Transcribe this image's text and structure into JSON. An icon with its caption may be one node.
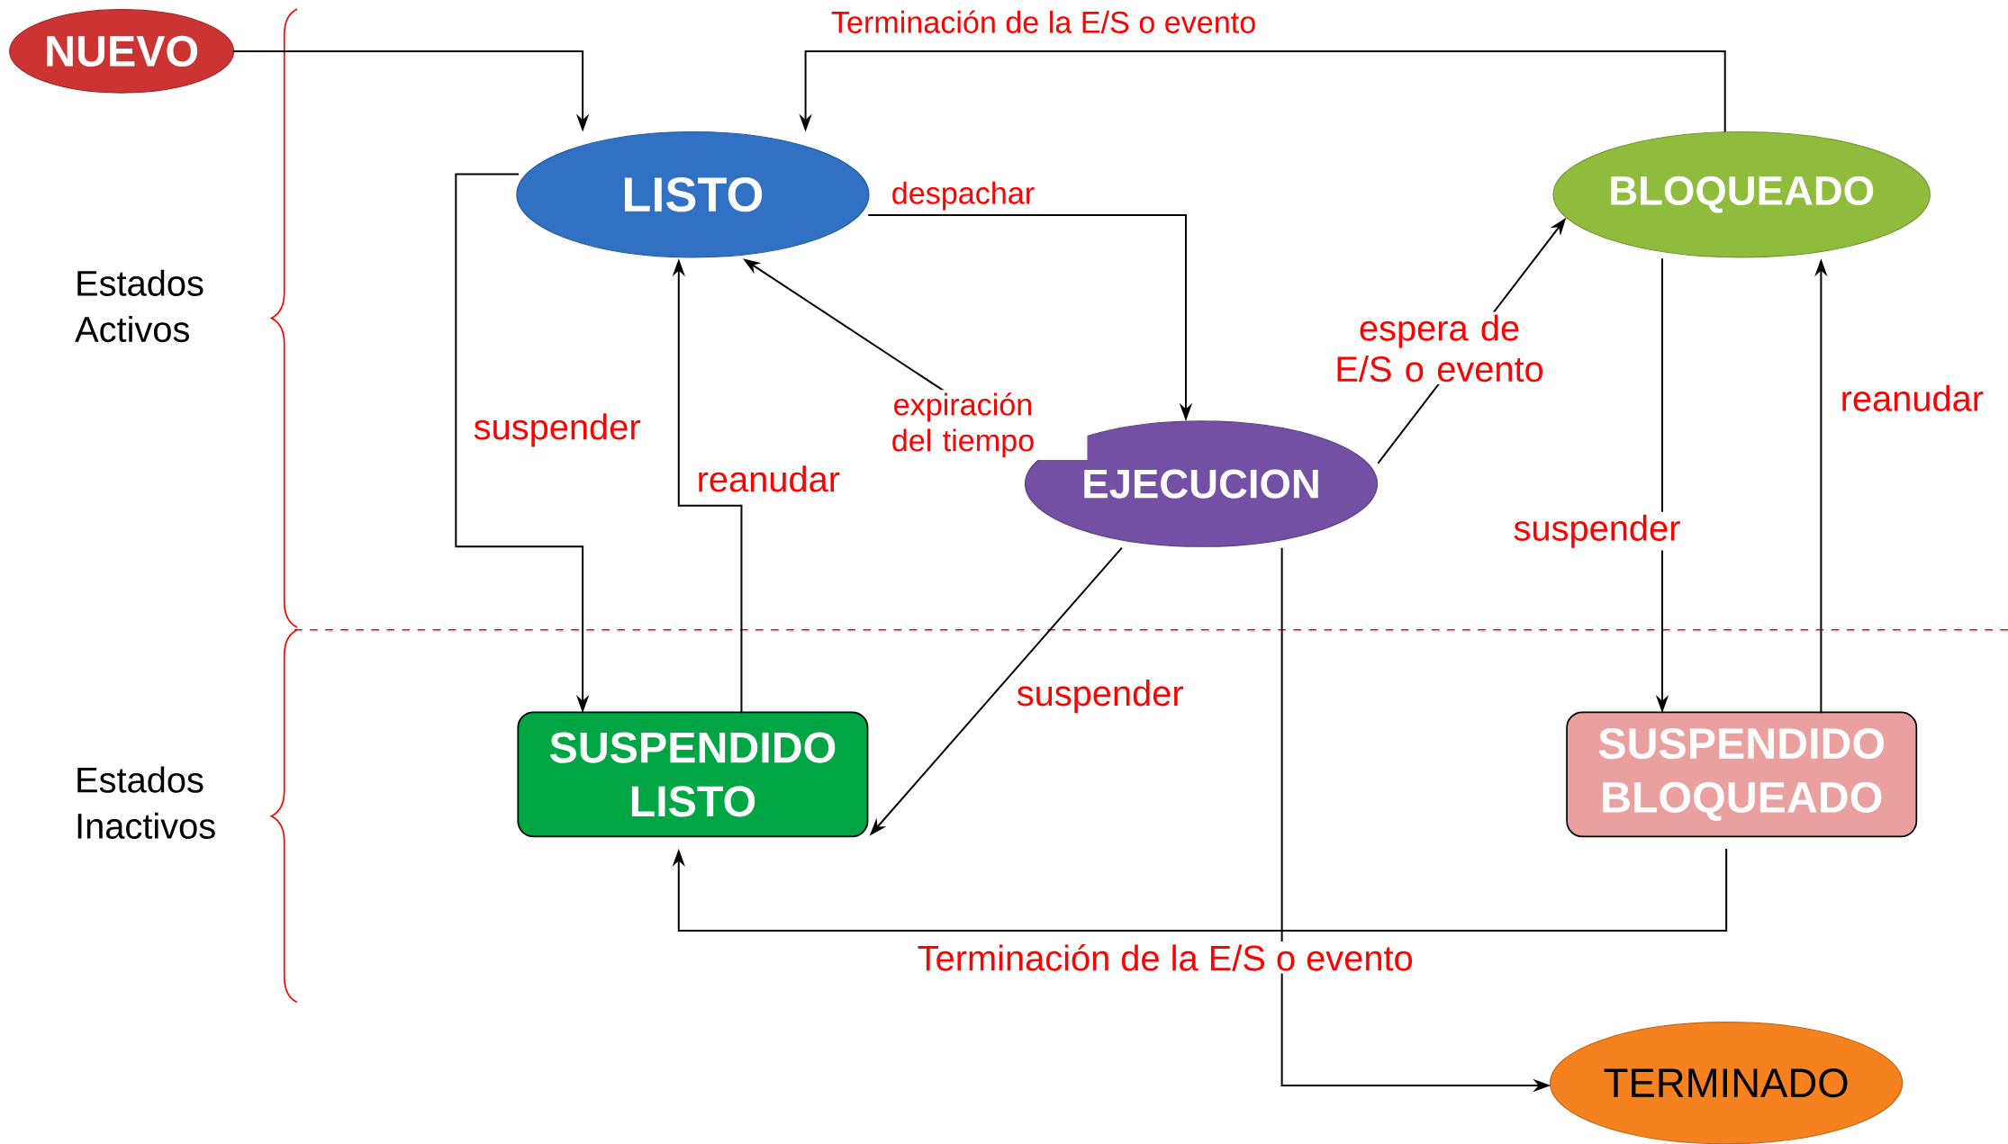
{
  "diagram": {
    "nodes": [
      {
        "text": [
          "NUEVO"
        ]
      },
      {
        "text": [
          "LISTO"
        ]
      },
      {
        "text": [
          "BLOQUEADO"
        ]
      },
      {
        "text": [
          "EJECUCION"
        ]
      },
      {
        "text": [
          "SUSPENDIDO LISTO"
        ]
      },
      {
        "text": [
          "SUSPENDIDO BLOQUEADO"
        ]
      },
      {
        "text": [
          "TERMINADO"
        ]
      }
    ],
    "edges": [
      {
        "from": 0,
        "to": 1,
        "arrow": "to"
      },
      {
        "from": 1,
        "to": 3,
        "arrow": "to",
        "label": "despachar"
      },
      {
        "from": 3,
        "to": 1,
        "arrow": "to",
        "label": "expiración del tiempo"
      },
      {
        "from": 3,
        "to": 2,
        "arrow": "to",
        "label": "espera de E/S o evento"
      },
      {
        "from": 2,
        "to": 1,
        "arrow": "to",
        "label": "Terminación de la E/S o evento"
      },
      {
        "from": 1,
        "to": 4,
        "arrow": "to",
        "label": "suspender"
      },
      {
        "from": 4,
        "to": 1,
        "arrow": "to",
        "label": "reanudar"
      },
      {
        "from": 3,
        "to": 4,
        "arrow": "to",
        "label": "suspender"
      },
      {
        "from": 2,
        "to": 5,
        "arrow": "to",
        "label": "suspender"
      },
      {
        "from": 5,
        "to": 2,
        "arrow": "to",
        "label": "reanudar"
      },
      {
        "from": 5,
        "to": 4,
        "arrow": "to",
        "label": "Terminación de la E/S o evento"
      },
      {
        "from": 3,
        "to": 6,
        "arrow": "to"
      }
    ],
    "labels": [
      "Estados Activos",
      "Estados Inactivos"
    ]
  }
}
